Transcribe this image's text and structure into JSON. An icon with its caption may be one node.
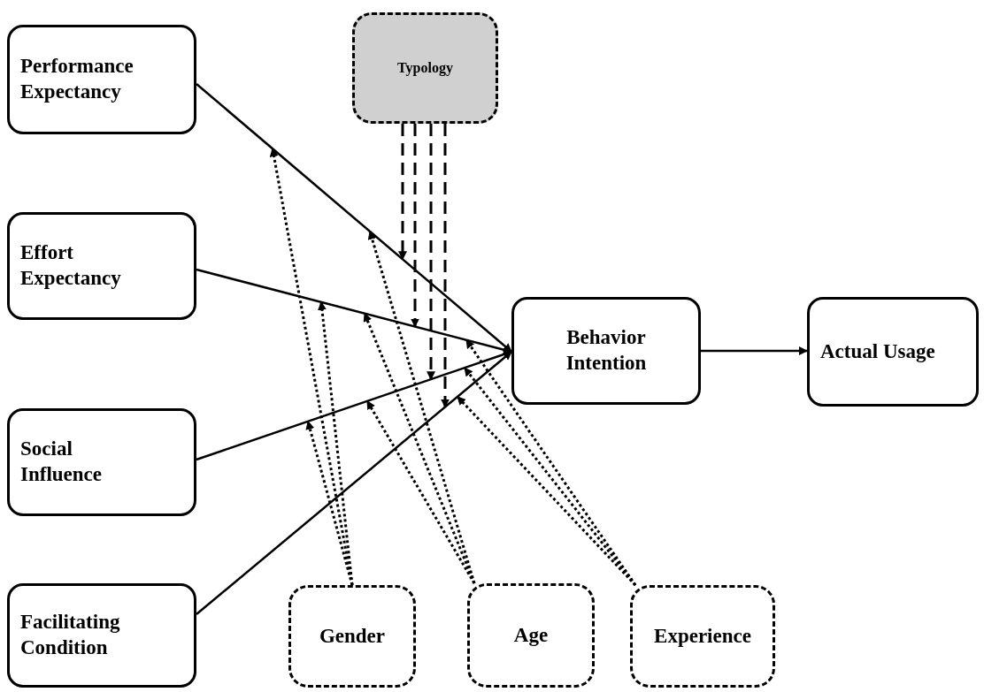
{
  "diagram": {
    "nodes": [
      {
        "text": [
          "Performance Expectancy"
        ]
      },
      {
        "text": [
          "Effort Expectancy"
        ]
      },
      {
        "text": [
          "Social Influence"
        ]
      },
      {
        "text": [
          "Facilitating Condition"
        ]
      },
      {
        "text": [
          "Typology"
        ]
      },
      {
        "text": [
          "Behavior Intention"
        ]
      },
      {
        "text": [
          "Actual Usage"
        ]
      },
      {
        "text": [
          "Gender"
        ]
      },
      {
        "text": [
          "Age"
        ]
      },
      {
        "text": [
          "Experience"
        ]
      }
    ],
    "edges": [
      {
        "from": 0,
        "to": 5,
        "arrow": "to"
      },
      {
        "from": 1,
        "to": 5,
        "arrow": "to"
      },
      {
        "from": 2,
        "to": 5,
        "arrow": "to"
      },
      {
        "from": 3,
        "to": 5,
        "arrow": "to"
      },
      {
        "from": 5,
        "to": 6,
        "arrow": "to"
      },
      {
        "from": 4,
        "to": null,
        "arrow": "to",
        "style": "dashed"
      },
      {
        "from": 4,
        "to": null,
        "arrow": "to",
        "style": "dashed"
      },
      {
        "from": 4,
        "to": null,
        "arrow": "to",
        "style": "dashed"
      },
      {
        "from": 4,
        "to": null,
        "arrow": "to",
        "style": "dashed"
      },
      {
        "from": 7,
        "to": null,
        "arrow": "to",
        "style": "dashed"
      },
      {
        "from": 7,
        "to": null,
        "arrow": "to",
        "style": "dashed"
      },
      {
        "from": 7,
        "to": null,
        "arrow": "to",
        "style": "dashed"
      },
      {
        "from": 8,
        "to": null,
        "arrow": "to",
        "style": "dashed"
      },
      {
        "from": 8,
        "to": null,
        "arrow": "to",
        "style": "dashed"
      },
      {
        "from": 8,
        "to": null,
        "arrow": "to",
        "style": "dashed"
      },
      {
        "from": 9,
        "to": null,
        "arrow": "to",
        "style": "dashed"
      },
      {
        "from": 9,
        "to": null,
        "arrow": "to",
        "style": "dashed"
      },
      {
        "from": 9,
        "to": null,
        "arrow": "to",
        "style": "dashed"
      }
    ]
  }
}
